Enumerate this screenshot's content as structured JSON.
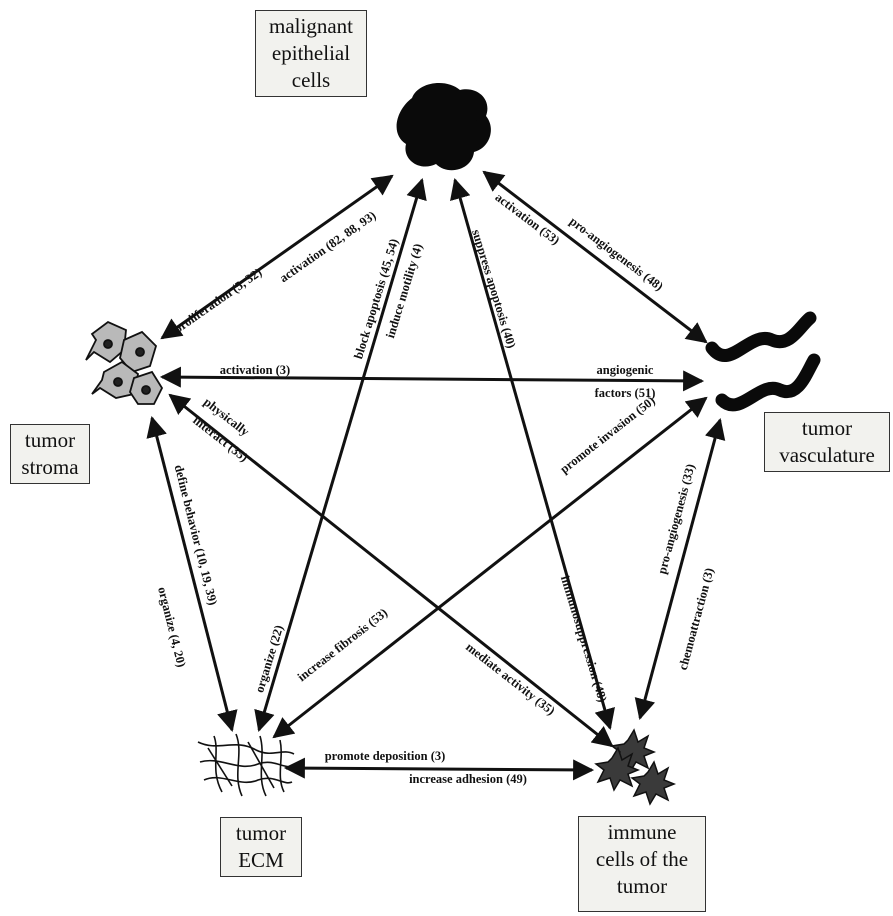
{
  "nodes": {
    "epithelial": {
      "lines": [
        "malignant",
        "epithelial",
        "cells"
      ],
      "icon": "cell-cluster-icon"
    },
    "stroma": {
      "lines": [
        "tumor",
        "stroma"
      ],
      "icon": "fibroblast-icon"
    },
    "vasculature": {
      "lines": [
        "tumor",
        "vasculature"
      ],
      "icon": "vessel-icon"
    },
    "ecm": {
      "lines": [
        "tumor",
        "ECM"
      ],
      "icon": "fiber-network-icon"
    },
    "immune": {
      "lines": [
        "immune",
        "cells of the",
        "tumor"
      ],
      "icon": "immune-cell-icon"
    }
  },
  "edges": {
    "ep_stroma_proliferation": "proliferation (5, 32)",
    "ep_stroma_activation": "activation (82, 88, 93)",
    "ep_vasc_activation": "activation (53)",
    "ep_vasc_proangio": "pro-angiogenesis (48)",
    "ep_ecm_block": "block apoptosis (45, 54)",
    "ep_ecm_induce": "induce motility (4)",
    "ep_ecm_organize": "organize (22)",
    "ep_immune_suppress": "suppress apoptosis (40)",
    "ep_immune_immuno": "immunosuppression (48)",
    "stroma_vasc_activation": "activation (3)",
    "stroma_vasc_angio1": "angiogenic",
    "stroma_vasc_angio2": "factors (51)",
    "stroma_ecm_define": "define behavior (10, 19, 39)",
    "stroma_ecm_organize": "organize (4, 20)",
    "stroma_immune_phys1": "physically",
    "stroma_immune_phys2": "interact (35)",
    "stroma_immune_mediate": "mediate activity (35)",
    "ecm_vasc_promote": "promote invasion (50)",
    "ecm_vasc_fibrosis": "increase fibrosis (53)",
    "vasc_immune_proangio": "pro-angiogenesis (33)",
    "vasc_immune_chemo": "chemoattraction (3)",
    "ecm_immune_deposition": "promote deposition (3)",
    "ecm_immune_adhesion": "increase adhesion (49)"
  }
}
